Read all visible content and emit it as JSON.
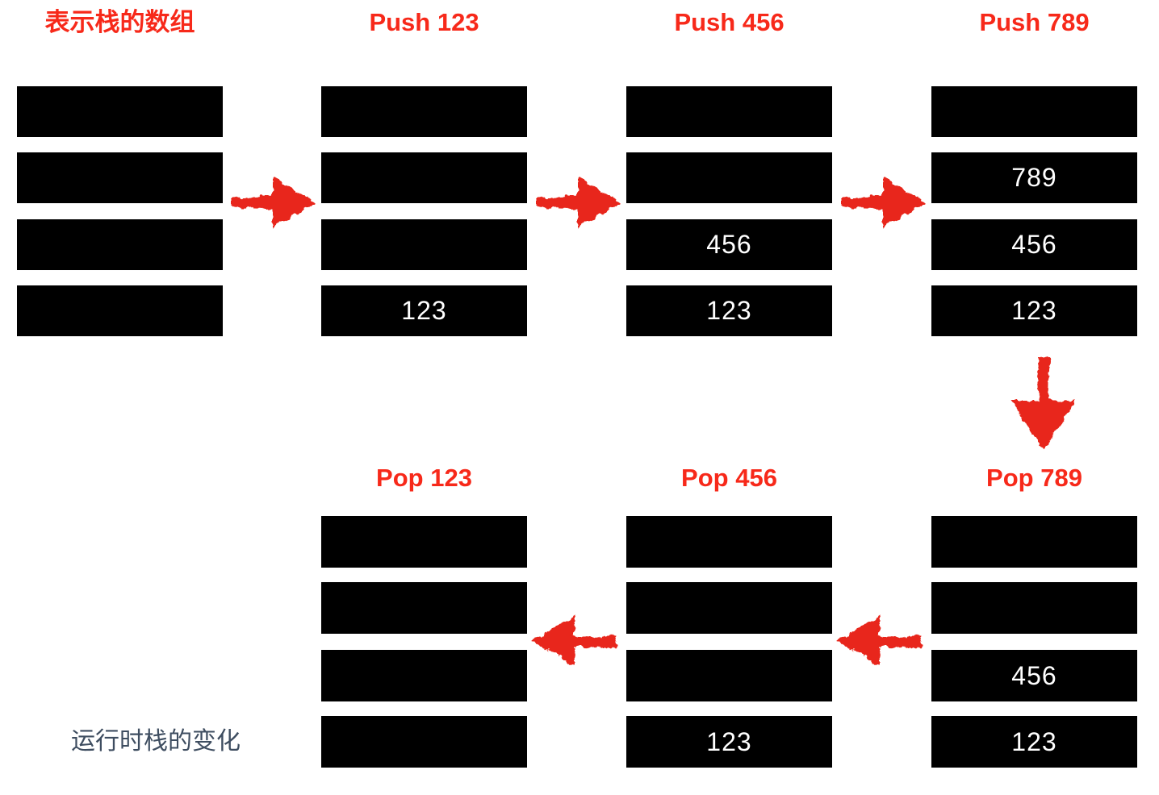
{
  "colors": {
    "background": "#ffffff",
    "title_red": "#f7291a",
    "arrow_red": "#e8281a",
    "bar_black": "#000000",
    "bar_text": "#ffffff",
    "caption_gray": "#3e4d60"
  },
  "top_row": {
    "columns": [
      {
        "title": "表示栈的数组",
        "cells": [
          "",
          "",
          "",
          ""
        ]
      },
      {
        "title": "Push 123",
        "cells": [
          "",
          "",
          "",
          "123"
        ]
      },
      {
        "title": "Push 456",
        "cells": [
          "",
          "",
          "456",
          "123"
        ]
      },
      {
        "title": "Push 789",
        "cells": [
          "",
          "789",
          "456",
          "123"
        ]
      }
    ]
  },
  "bottom_row": {
    "columns": [
      {
        "title": "Pop 123",
        "cells": [
          "",
          "",
          "",
          ""
        ]
      },
      {
        "title": "Pop 456",
        "cells": [
          "",
          "",
          "",
          "123"
        ]
      },
      {
        "title": "Pop 789",
        "cells": [
          "",
          "",
          "456",
          "123"
        ]
      }
    ]
  },
  "footer_label": "运行时栈的变化",
  "arrows": [
    "arrow-right-icon",
    "arrow-right-icon",
    "arrow-right-icon",
    "arrow-down-icon",
    "arrow-left-icon",
    "arrow-left-icon"
  ]
}
